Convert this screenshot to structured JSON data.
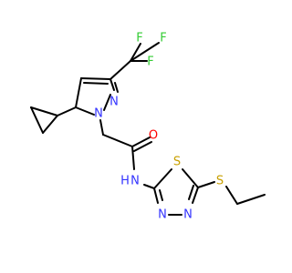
{
  "colors": {
    "bond": "#000000",
    "nitrogen": "#3333ff",
    "oxygen": "#ff0000",
    "sulfur": "#c8a000",
    "fluorine": "#33cc33",
    "hydrogen": "#3333ff",
    "background": "#ffffff"
  },
  "atoms": {
    "f1": "F",
    "f2": "F",
    "f3": "F",
    "n_pyrazole_1": "N",
    "n_pyrazole_2": "N",
    "o_carbonyl": "O",
    "nh_amide": "N",
    "h_amide": "H",
    "s_thiadiazole": "S",
    "n_thiadiazole_1": "N",
    "n_thiadiazole_2": "N",
    "s_thioether": "S"
  }
}
